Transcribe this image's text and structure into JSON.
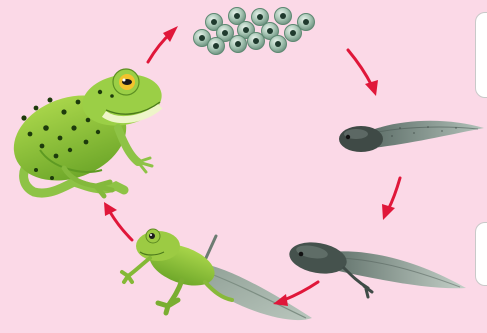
{
  "diagram": {
    "stages": [
      {
        "id": "eggs",
        "icon": "frog-spawn-icon"
      },
      {
        "id": "tadpole",
        "icon": "tadpole-icon"
      },
      {
        "id": "tadpole-with-legs",
        "icon": "tadpole-with-legs-icon"
      },
      {
        "id": "froglet",
        "icon": "froglet-icon"
      },
      {
        "id": "adult-frog",
        "icon": "adult-frog-icon"
      }
    ],
    "cycle_direction": "clockwise",
    "colors": {
      "background": "#fbd9e7",
      "arrow": "#e0173a",
      "frog_green": "#8cc63f",
      "tadpole_gray": "#6e7f78"
    }
  }
}
